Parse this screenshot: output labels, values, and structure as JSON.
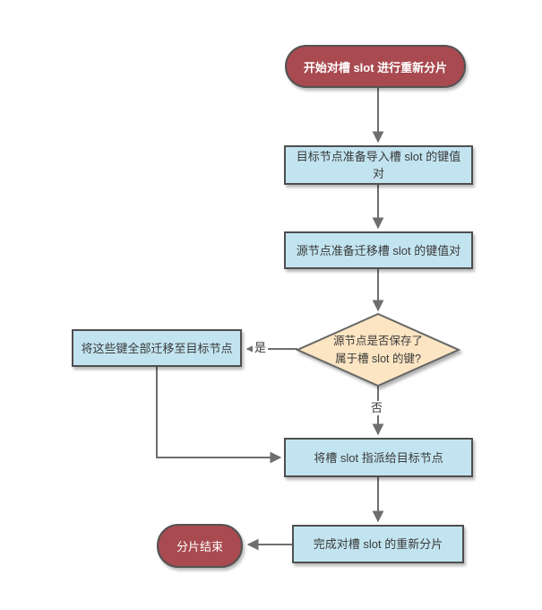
{
  "diagram": {
    "title": "slot resharding flowchart",
    "nodes": {
      "start": {
        "type": "terminator",
        "label": "开始对槽 slot 进行重新分片"
      },
      "prepare_import": {
        "type": "process",
        "label": "目标节点准备导入槽 slot 的键值对"
      },
      "prepare_migrate": {
        "type": "process",
        "label": "源节点准备迁移槽 slot 的键值对"
      },
      "decision": {
        "type": "decision",
        "label": "源节点是否保存了\n属于槽 slot 的键?"
      },
      "migrate_keys": {
        "type": "process",
        "label": "将这些键全部迁移至目标节点"
      },
      "assign_slot": {
        "type": "process",
        "label": "将槽 slot 指派给目标节点"
      },
      "finish_reshard": {
        "type": "process",
        "label": "完成对槽 slot 的重新分片"
      },
      "end": {
        "type": "terminator",
        "label": "分片结束"
      }
    },
    "edge_labels": {
      "yes": "是",
      "no": "否"
    },
    "colors": {
      "terminator_fill": "#a84a50",
      "terminator_border": "#535353",
      "process_fill": "#c2e4f0",
      "process_border": "#4f4f4f",
      "decision_fill": "#fce5c3",
      "decision_border": "#666666",
      "connector": "#6e6e6e",
      "text_dark": "#3a3a3a",
      "text_light": "#ffffff"
    }
  }
}
